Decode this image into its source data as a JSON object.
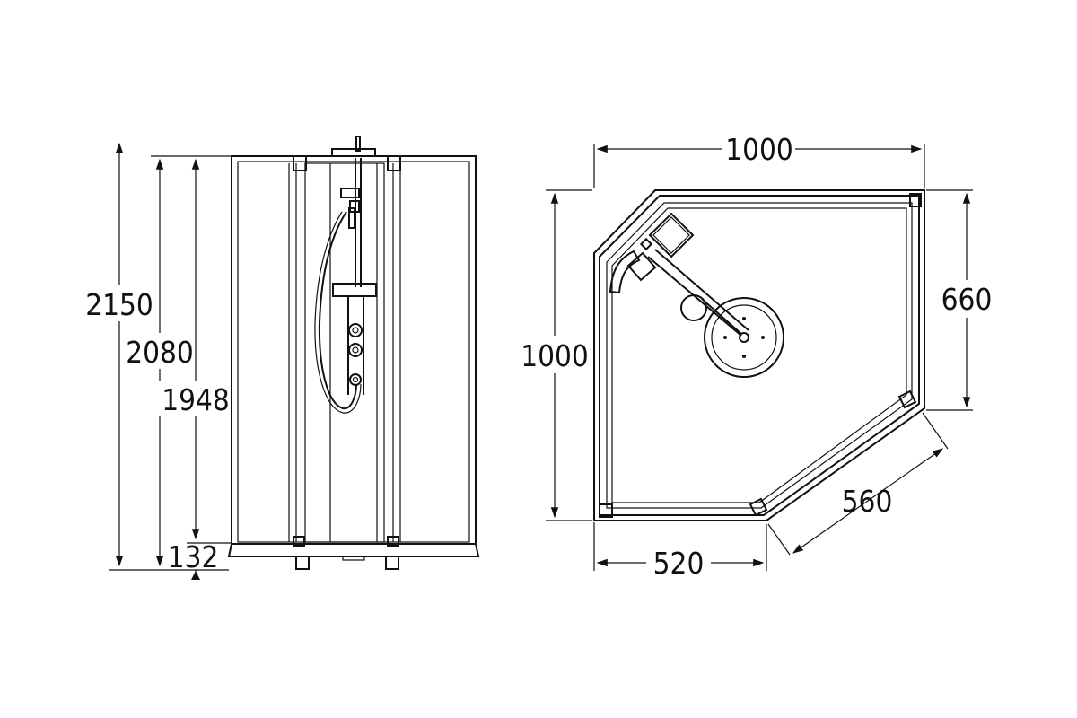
{
  "front_view": {
    "dim_total_height": "2150",
    "dim_frame_height": "2080",
    "dim_door_height": "1948",
    "dim_tray_height": "132"
  },
  "plan_view": {
    "dim_width": "1000",
    "dim_depth": "1000",
    "dim_side": "660",
    "dim_diagonal": "560",
    "dim_front": "520"
  },
  "colors": {
    "line": "#111111",
    "background": "#ffffff"
  }
}
